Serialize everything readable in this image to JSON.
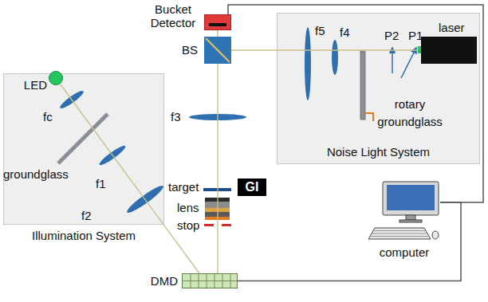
{
  "diagram": {
    "nodes": [
      {
        "text": [
          "Bucket Detector"
        ]
      },
      {
        "text": [
          "Noise Light System"
        ]
      },
      {
        "text": [
          "laser"
        ],
        "in": 1
      },
      {
        "text": [
          "BS"
        ]
      },
      {
        "text": [
          "Illumination System"
        ]
      },
      {
        "text": [
          "LED"
        ],
        "in": 4
      },
      {
        "text": [
          "GI"
        ]
      },
      {
        "text": [
          "computer"
        ]
      },
      {
        "text": [
          "DMD"
        ]
      }
    ],
    "edges": [
      {
        "from": 5,
        "to": 8,
        "arrow": "none"
      },
      {
        "from": 8,
        "to": 3,
        "arrow": "none"
      },
      {
        "from": 2,
        "to": 3,
        "arrow": "none"
      },
      {
        "from": 3,
        "to": 0,
        "arrow": "none"
      },
      {
        "from": 0,
        "to": 7,
        "arrow": "none"
      },
      {
        "from": 8,
        "to": 7,
        "arrow": "none"
      }
    ],
    "labels": [
      "f5",
      "f4",
      "P2",
      "P1",
      "rotary groundglass",
      "fc",
      "groundglass",
      "f1",
      "f2",
      "f3",
      "target",
      "lens",
      "stop"
    ]
  }
}
